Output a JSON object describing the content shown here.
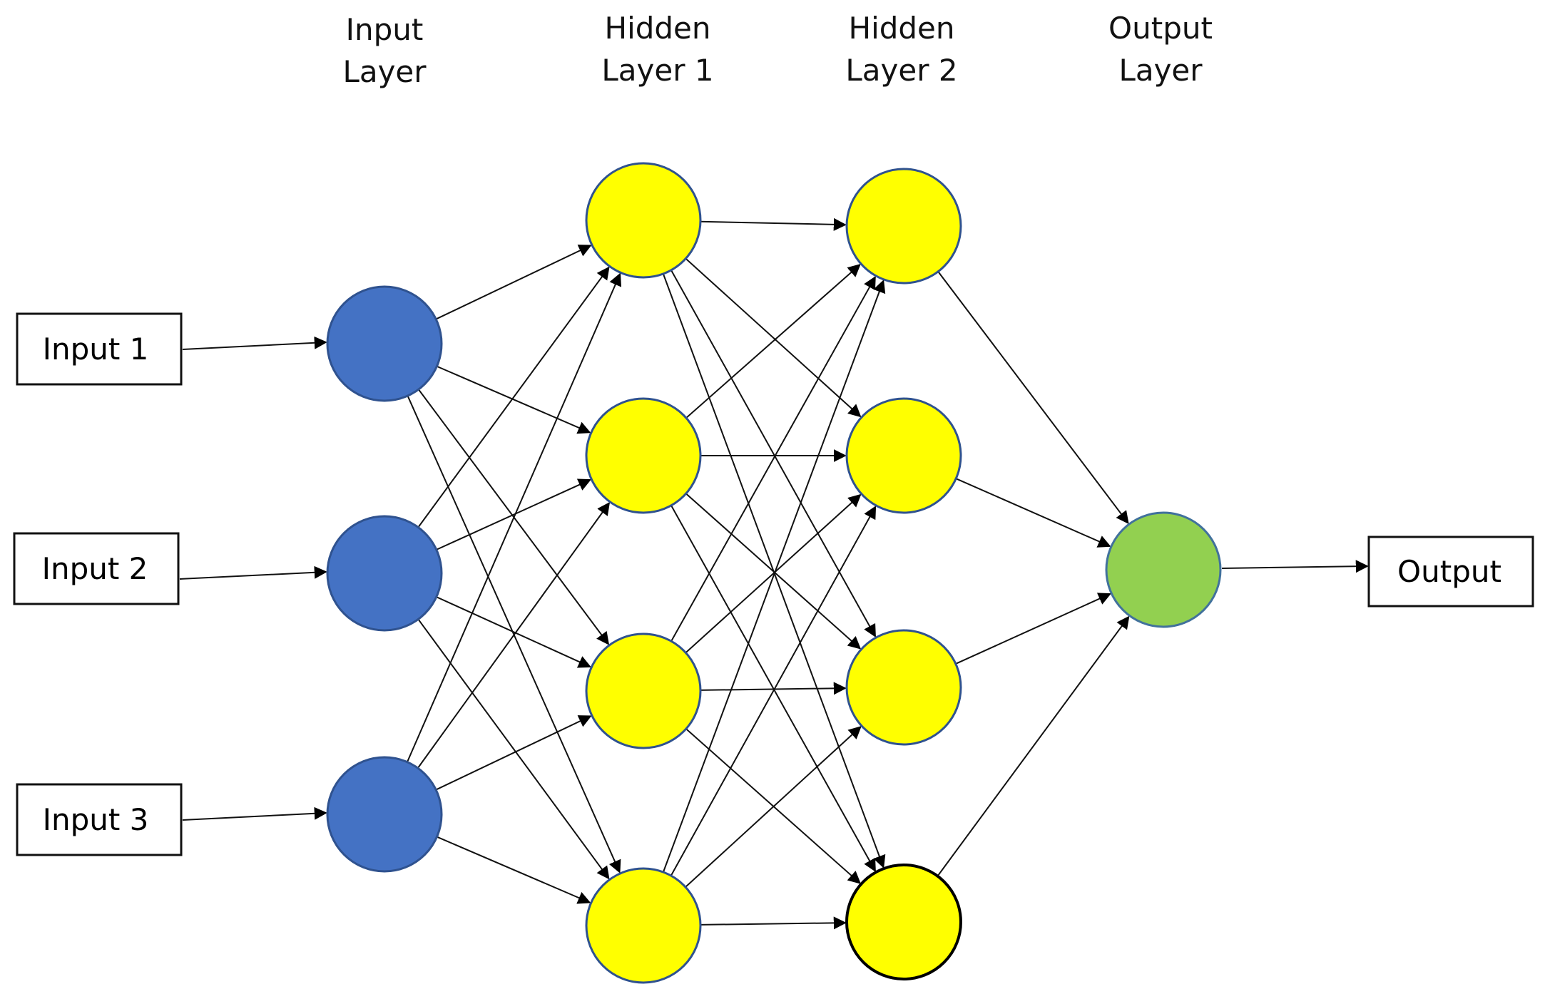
{
  "layers": [
    {
      "title_line1": "Input",
      "title_line2": "Layer",
      "color": "#4472C4",
      "node_count": 3
    },
    {
      "title_line1": "Hidden",
      "title_line2": "Layer 1",
      "color": "#FFFF00",
      "node_count": 4
    },
    {
      "title_line1": "Hidden",
      "title_line2": "Layer 2",
      "color": "#FFFF00",
      "node_count": 4
    },
    {
      "title_line1": "Output",
      "title_line2": "Layer",
      "color": "#92D050",
      "node_count": 1
    }
  ],
  "inputs": [
    "Input 1",
    "Input 2",
    "Input 3"
  ],
  "output": "Output",
  "connectivity": "fully-connected"
}
